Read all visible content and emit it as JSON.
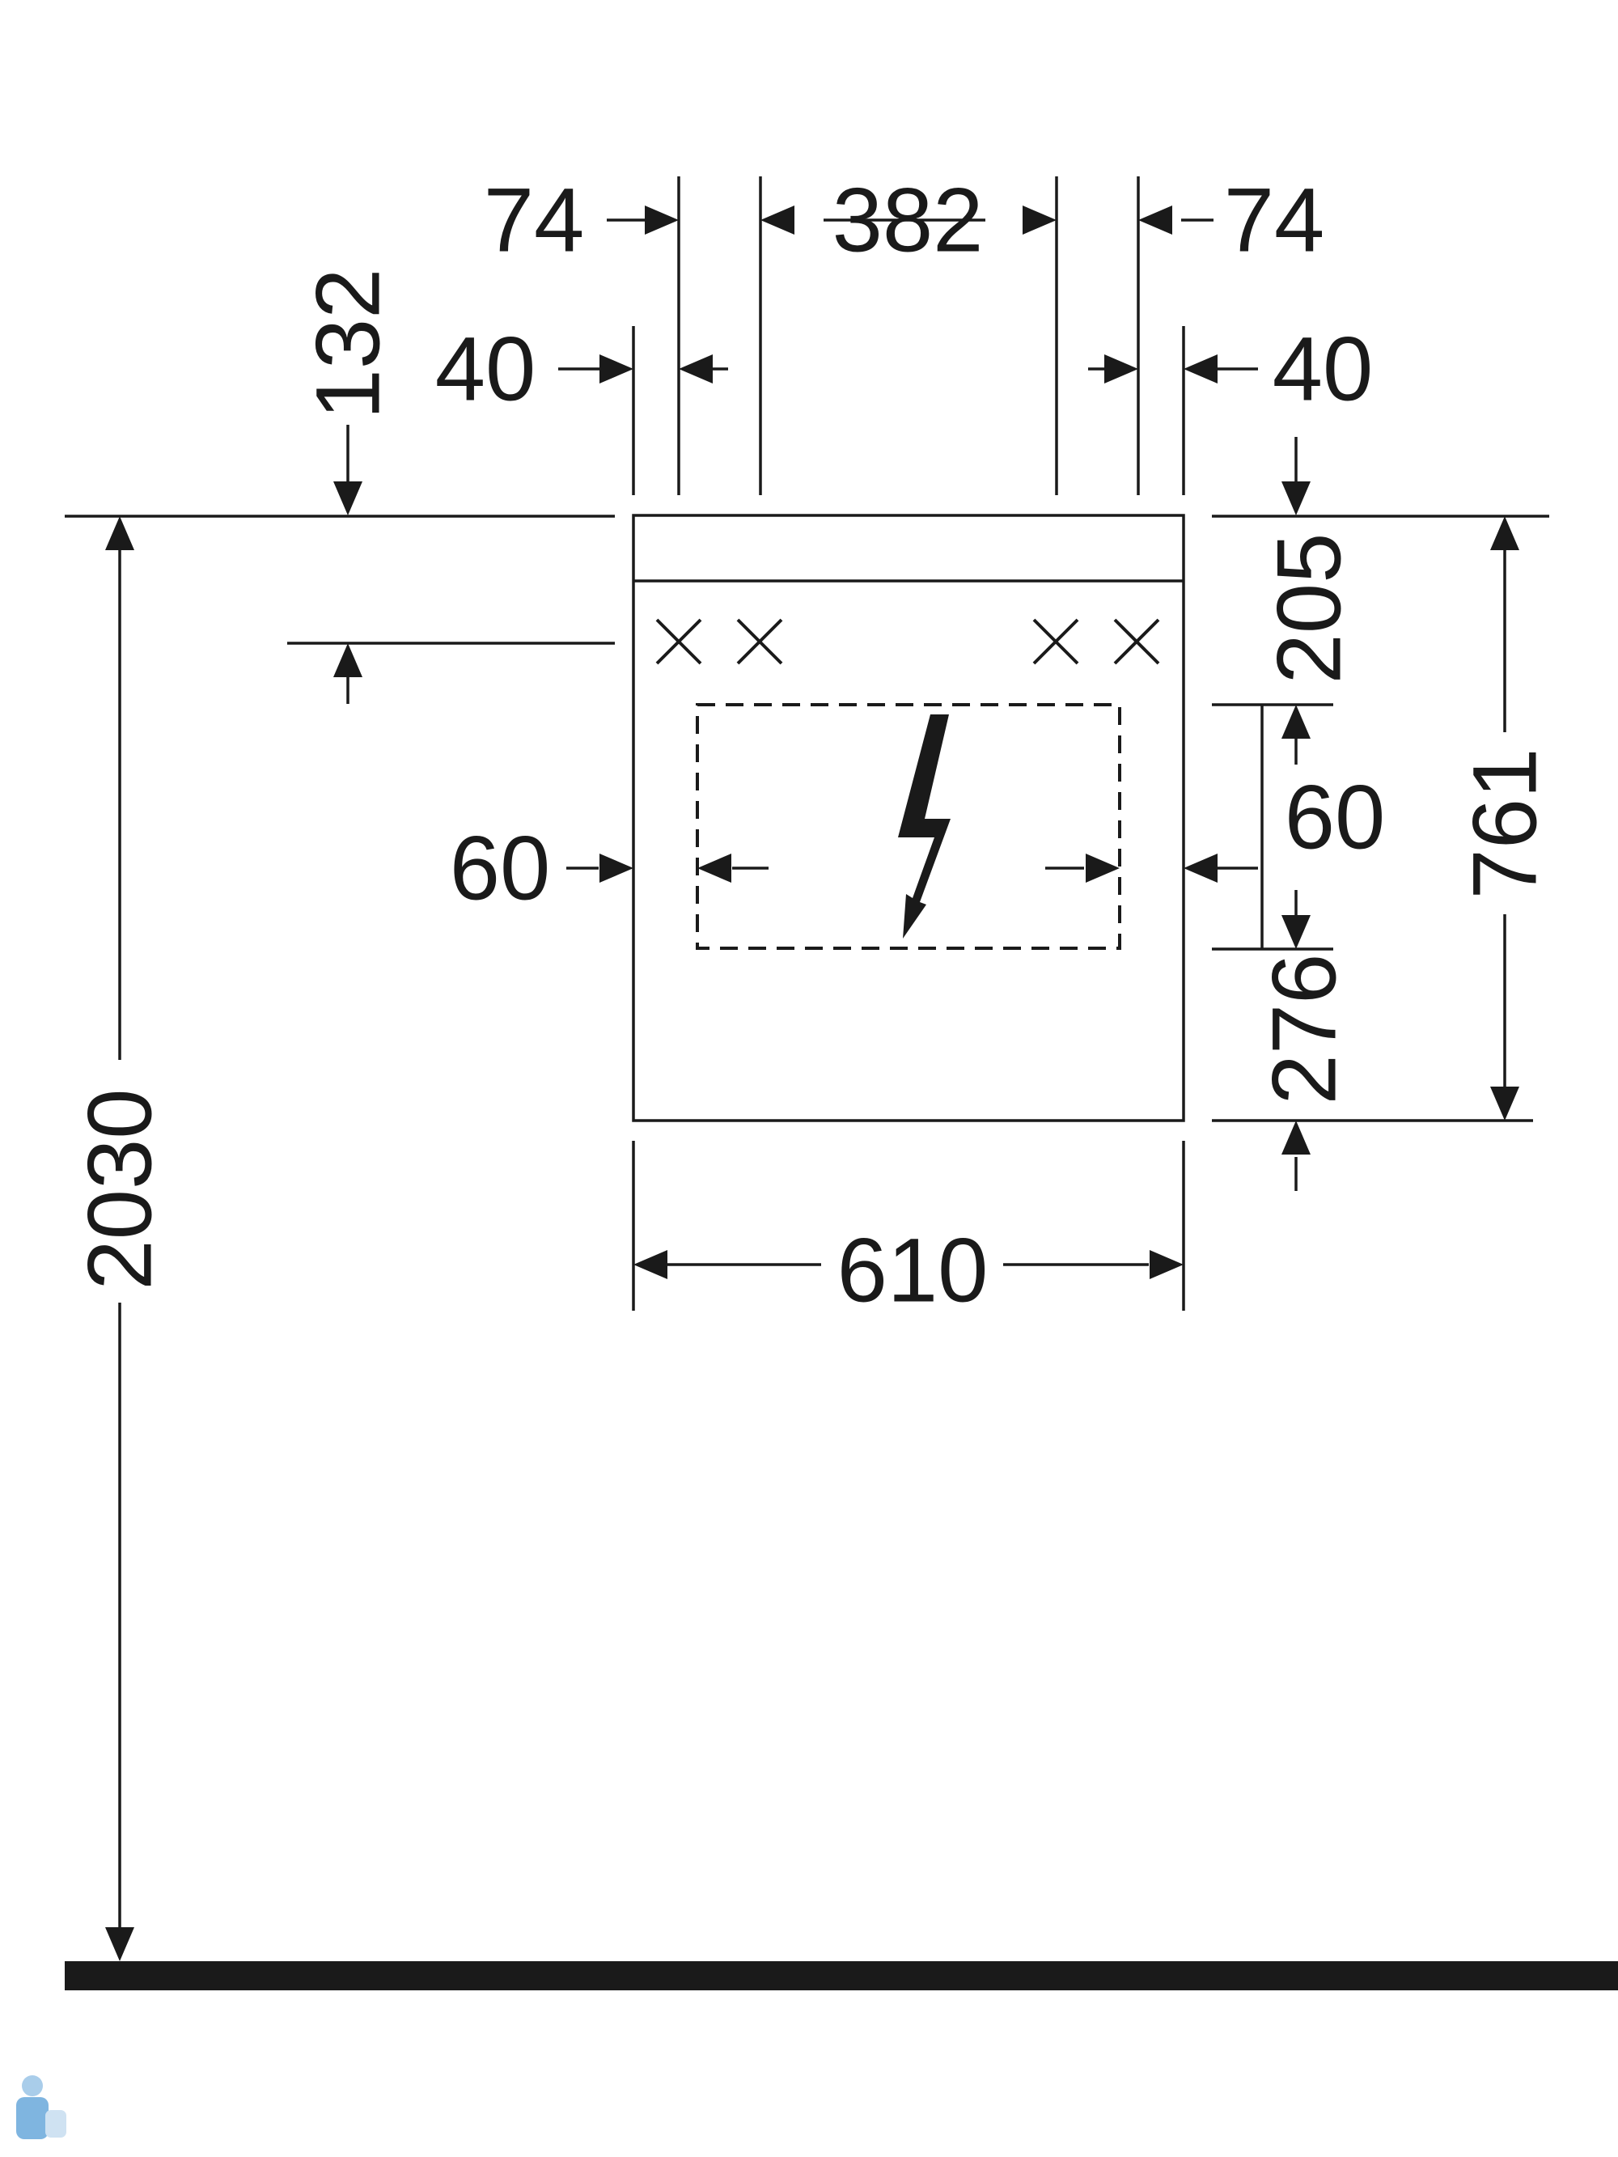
{
  "dimensions": {
    "top_left_offset": "74",
    "top_center_span": "382",
    "top_right_offset": "74",
    "left_edge_offset": "40",
    "right_edge_offset": "40",
    "top_height": "132",
    "top_to_box": "205",
    "box_height": "60",
    "bottom_to_box": "276",
    "cabinet_height": "761",
    "side_inset_left": "60",
    "total_height": "2030",
    "cabinet_width": "610"
  },
  "icons": {
    "electric": "lightning-bolt-icon",
    "mount_point": "cross-mark-icon",
    "logo": "plumber-logo-icon"
  },
  "colors": {
    "line": "#1a1a1a",
    "floor": "#1a1a1a",
    "logo": "#7fb5e0"
  }
}
